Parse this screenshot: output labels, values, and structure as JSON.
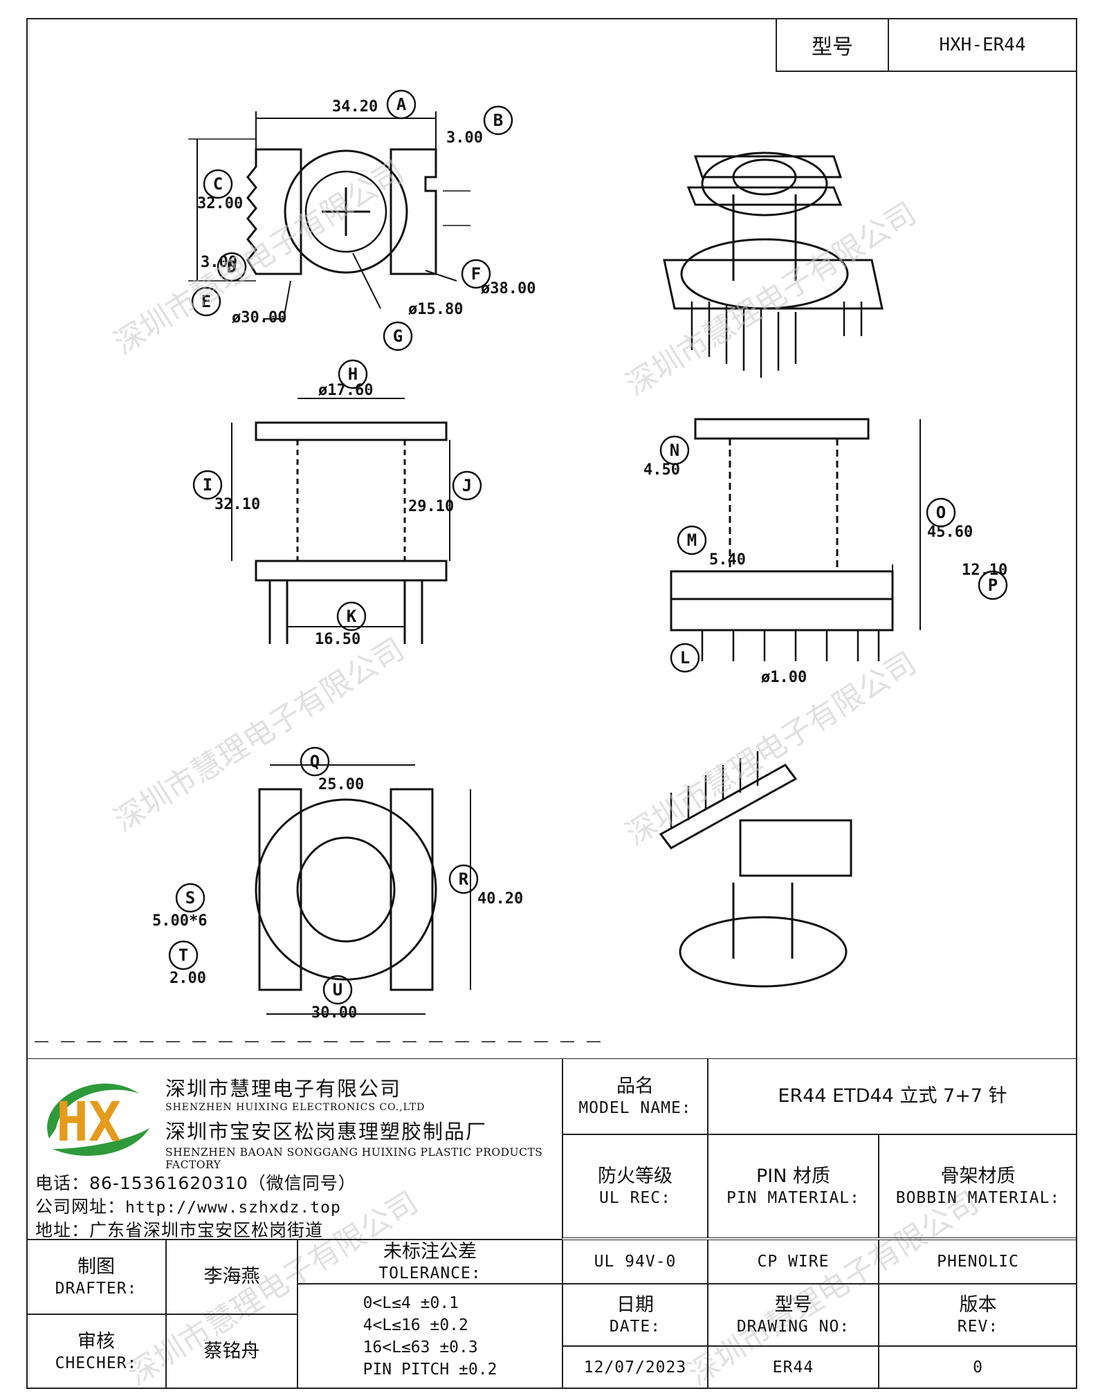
{
  "header": {
    "model_label": "型号",
    "model_value": "HXH-ER44"
  },
  "watermark": "深圳市慧理电子有限公司",
  "dimensions": {
    "A": "A",
    "B": "B",
    "C": "C",
    "D": "D",
    "E": "E",
    "F": "F",
    "G": "G",
    "H": "H",
    "I": "I",
    "J": "J",
    "K": "K",
    "L": "L",
    "M": "M",
    "N": "N",
    "O": "O",
    "P": "P",
    "Q": "Q",
    "R": "R",
    "S": "S",
    "T": "T",
    "U": "U",
    "d_A": "34.20",
    "d_B": "3.00",
    "d_C": "32.00",
    "d_D": "3.00",
    "d_E": "ø30.00",
    "d_F": "ø38.00",
    "d_G": "ø15.80",
    "d_H": "ø17.60",
    "d_I": "32.10",
    "d_J": "29.10",
    "d_K": "16.50",
    "d_L": "ø1.00",
    "d_M": "5.40",
    "d_N": "4.50",
    "d_O": "45.60",
    "d_P": "12.10",
    "d_Q": "25.00",
    "d_R": "40.20",
    "d_S": "5.00*6",
    "d_T": "2.00",
    "d_U": "30.00"
  },
  "company": {
    "name_cn": "深圳市慧理电子有限公司",
    "name_en": "SHENZHEN HUIXING ELECTRONICS CO.,LTD",
    "factory_cn": "深圳市宝安区松岗惠理塑胶制品厂",
    "factory_en": "SHENZHEN BAOAN SONGGANG HUIXING PLASTIC PRODUCTS FACTORY",
    "phone_label": "电话：",
    "phone_value": "86-15361620310（微信同号）",
    "web_label": "公司网址：",
    "web_value": "http://www.szhxdz.top",
    "addr_label": "地址：",
    "addr_value": "广东省深圳市宝安区松岗街道",
    "logo_text": "HX",
    "colors": {
      "green": "#2e9a3a",
      "orange": "#e69a1c"
    }
  },
  "titleblock": {
    "model_name_cn": "品名",
    "model_name_en": "MODEL NAME:",
    "model_name_value": "ER44 ETD44 立式 7+7 针",
    "ul_cn": "防火等级",
    "ul_en": "UL REC:",
    "pin_cn": "PIN 材质",
    "pin_en": "PIN MATERIAL:",
    "bobbin_cn": "骨架材质",
    "bobbin_en": "BOBBIN MATERIAL:",
    "ul_value": "UL 94V-0",
    "pin_value": "CP WIRE",
    "bobbin_value": "PHENOLIC",
    "drafter_cn": "制图",
    "drafter_en": "DRAFTER:",
    "drafter_value": "李海燕",
    "checker_cn": "审核",
    "checker_en": "CHECHER:",
    "checker_value": "蔡铭舟",
    "tol_cn": "未标注公差",
    "tol_en": "TOLERANCE:",
    "tol_1": "0<L≤4   ±0.1",
    "tol_2": "4<L≤16  ±0.2",
    "tol_3": "16<L≤63 ±0.3",
    "tol_4": "PIN PITCH ±0.2",
    "date_cn": "日期",
    "date_en": "DATE:",
    "drawno_cn": "型号",
    "drawno_en": "DRAWING NO:",
    "rev_cn": "版本",
    "rev_en": "REV:",
    "date_value": "12/07/2023",
    "drawno_value": "ER44",
    "rev_value": "0"
  }
}
